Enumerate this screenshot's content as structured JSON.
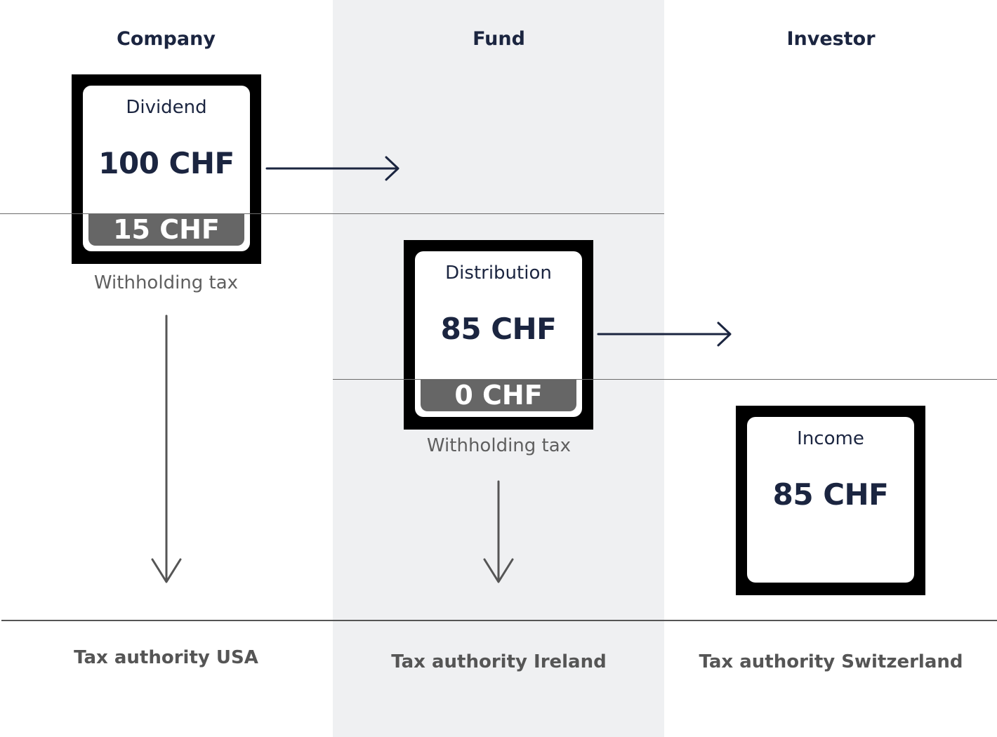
{
  "columns": {
    "company": "Company",
    "fund": "Fund",
    "investor": "Investor"
  },
  "cards": {
    "dividend": {
      "label": "Dividend",
      "amount": "100 CHF",
      "tax": "15 CHF",
      "tax_label": "Withholding tax"
    },
    "distribution": {
      "label": "Distribution",
      "amount": "85 CHF",
      "tax": "0 CHF",
      "tax_label": "Withholding tax"
    },
    "income": {
      "label": "Income",
      "amount": "85 CHF"
    }
  },
  "authorities": {
    "usa": "Tax authority USA",
    "ireland": "Tax authority Ireland",
    "switzerland": "Tax authority Switzerland"
  },
  "colors": {
    "navy": "#1b2540",
    "fund_column": "#eff0f2",
    "tax_bar": "#666666",
    "frame": "#000000"
  }
}
